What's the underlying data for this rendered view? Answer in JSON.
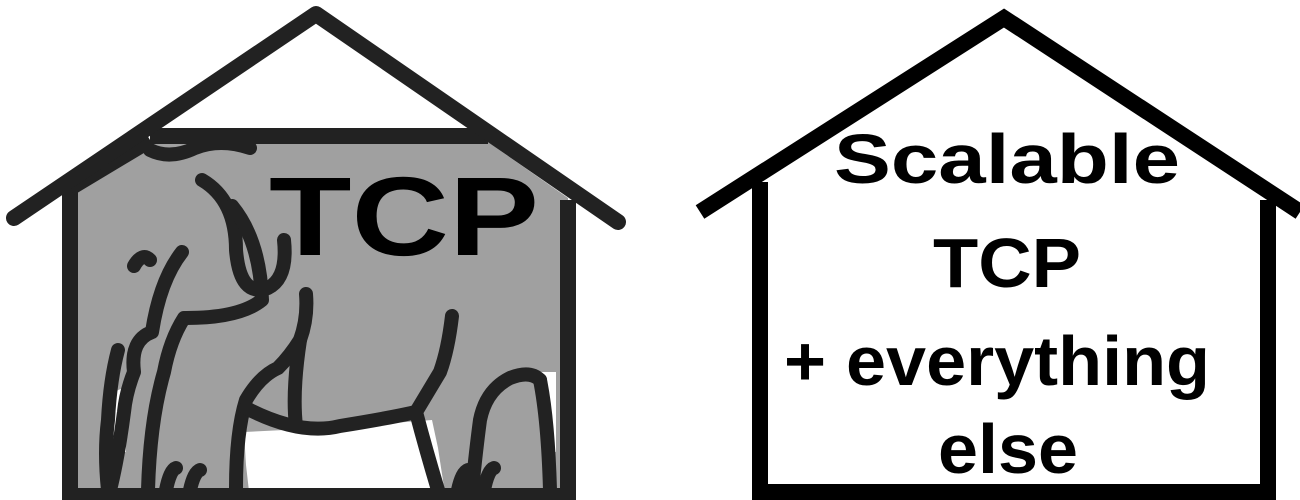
{
  "left_house": {
    "label": "TCP",
    "icon": "elephant-in-house-icon",
    "wall_fill": "#a0a0a0"
  },
  "right_house": {
    "lines": [
      "Scalable",
      "TCP",
      "+ everything",
      "else"
    ]
  },
  "colors": {
    "stroke": "#222222",
    "text": "#000000",
    "background": "#ffffff"
  }
}
